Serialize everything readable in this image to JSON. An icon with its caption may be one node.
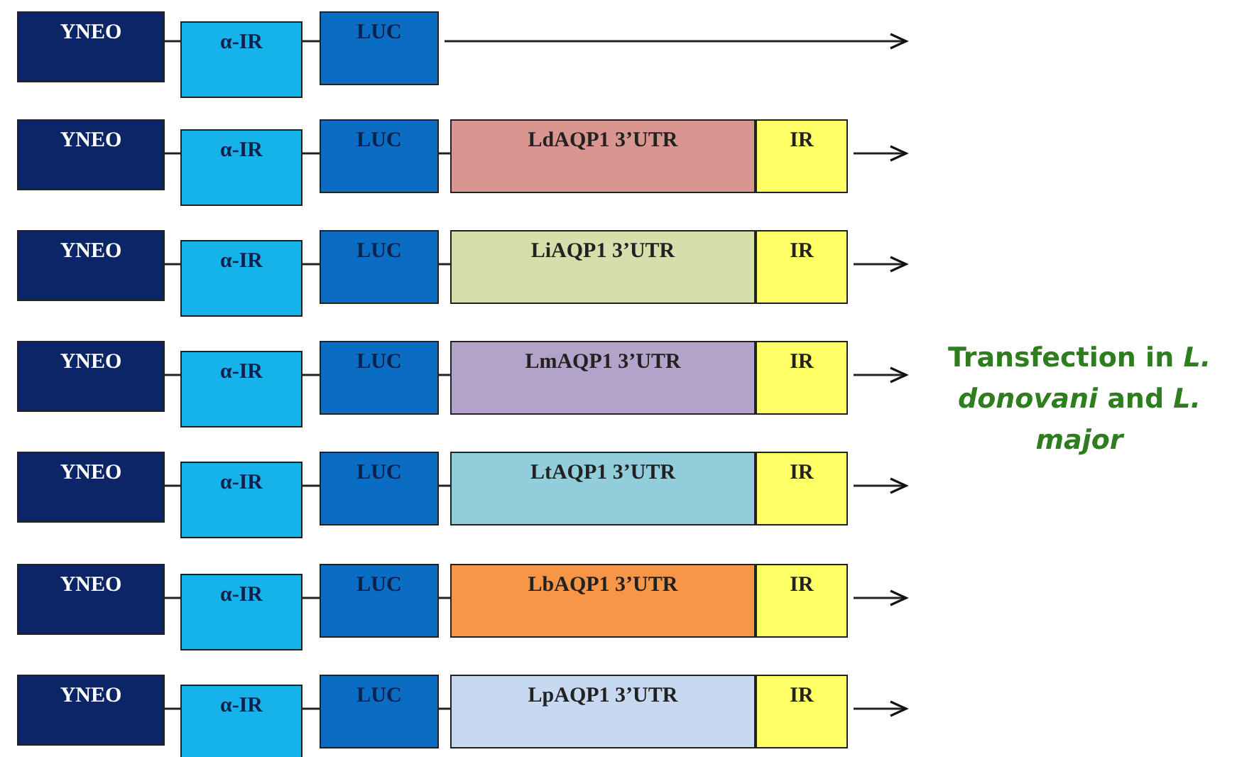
{
  "diagram": {
    "nodes": [
      {
        "text": [
          "YNEO"
        ]
      },
      {
        "text": [
          "α-IR"
        ]
      },
      {
        "text": [
          "LUC"
        ]
      },
      {
        "text": [
          "YNEO"
        ]
      },
      {
        "text": [
          "α-IR"
        ]
      },
      {
        "text": [
          "LUC"
        ]
      },
      {
        "text": [
          "LdAQP1 3’UTR"
        ]
      },
      {
        "text": [
          "IR"
        ]
      },
      {
        "text": [
          "YNEO"
        ]
      },
      {
        "text": [
          "α-IR"
        ]
      },
      {
        "text": [
          "LUC"
        ]
      },
      {
        "text": [
          "LiAQP1 3’UTR"
        ]
      },
      {
        "text": [
          "IR"
        ]
      },
      {
        "text": [
          "YNEO"
        ]
      },
      {
        "text": [
          "α-IR"
        ]
      },
      {
        "text": [
          "LUC"
        ]
      },
      {
        "text": [
          "LmAQP1 3’UTR"
        ]
      },
      {
        "text": [
          "IR"
        ]
      },
      {
        "text": [
          "YNEO"
        ]
      },
      {
        "text": [
          "α-IR"
        ]
      },
      {
        "text": [
          "LUC"
        ]
      },
      {
        "text": [
          "LtAQP1 3’UTR"
        ]
      },
      {
        "text": [
          "IR"
        ]
      },
      {
        "text": [
          "YNEO"
        ]
      },
      {
        "text": [
          "α-IR"
        ]
      },
      {
        "text": [
          "LUC"
        ]
      },
      {
        "text": [
          "LbAQP1 3’UTR"
        ]
      },
      {
        "text": [
          "IR"
        ]
      },
      {
        "text": [
          "YNEO"
        ]
      },
      {
        "text": [
          "α-IR"
        ]
      },
      {
        "text": [
          "LUC"
        ]
      },
      {
        "text": [
          "LpAQP1 3’UTR"
        ]
      },
      {
        "text": [
          "IR"
        ]
      }
    ],
    "edges": [
      {
        "from": 0,
        "to": 1,
        "arrow": "none"
      },
      {
        "from": 1,
        "to": 2,
        "arrow": "none"
      },
      {
        "from": 2,
        "to": null,
        "arrow": "to"
      },
      {
        "from": 3,
        "to": 4,
        "arrow": "none"
      },
      {
        "from": 4,
        "to": 5,
        "arrow": "none"
      },
      {
        "from": 5,
        "to": 6,
        "arrow": "none"
      },
      {
        "from": 7,
        "to": null,
        "arrow": "to"
      },
      {
        "from": 8,
        "to": 9,
        "arrow": "none"
      },
      {
        "from": 9,
        "to": 10,
        "arrow": "none"
      },
      {
        "from": 10,
        "to": 11,
        "arrow": "none"
      },
      {
        "from": 12,
        "to": null,
        "arrow": "to"
      },
      {
        "from": 13,
        "to": 14,
        "arrow": "none"
      },
      {
        "from": 14,
        "to": 15,
        "arrow": "none"
      },
      {
        "from": 15,
        "to": 16,
        "arrow": "none"
      },
      {
        "from": 17,
        "to": null,
        "arrow": "to"
      },
      {
        "from": 18,
        "to": 19,
        "arrow": "none"
      },
      {
        "from": 19,
        "to": 20,
        "arrow": "none"
      },
      {
        "from": 20,
        "to": 21,
        "arrow": "none"
      },
      {
        "from": 22,
        "to": null,
        "arrow": "to"
      },
      {
        "from": 23,
        "to": 24,
        "arrow": "none"
      },
      {
        "from": 24,
        "to": 25,
        "arrow": "none"
      },
      {
        "from": 25,
        "to": 26,
        "arrow": "none"
      },
      {
        "from": 27,
        "to": null,
        "arrow": "to"
      },
      {
        "from": 28,
        "to": 29,
        "arrow": "none"
      },
      {
        "from": 29,
        "to": 30,
        "arrow": "none"
      },
      {
        "from": 30,
        "to": 31,
        "arrow": "none"
      },
      {
        "from": 32,
        "to": null,
        "arrow": "to"
      }
    ],
    "labels": [
      "Transfection in *L. donovani* and *L. major*"
    ]
  }
}
